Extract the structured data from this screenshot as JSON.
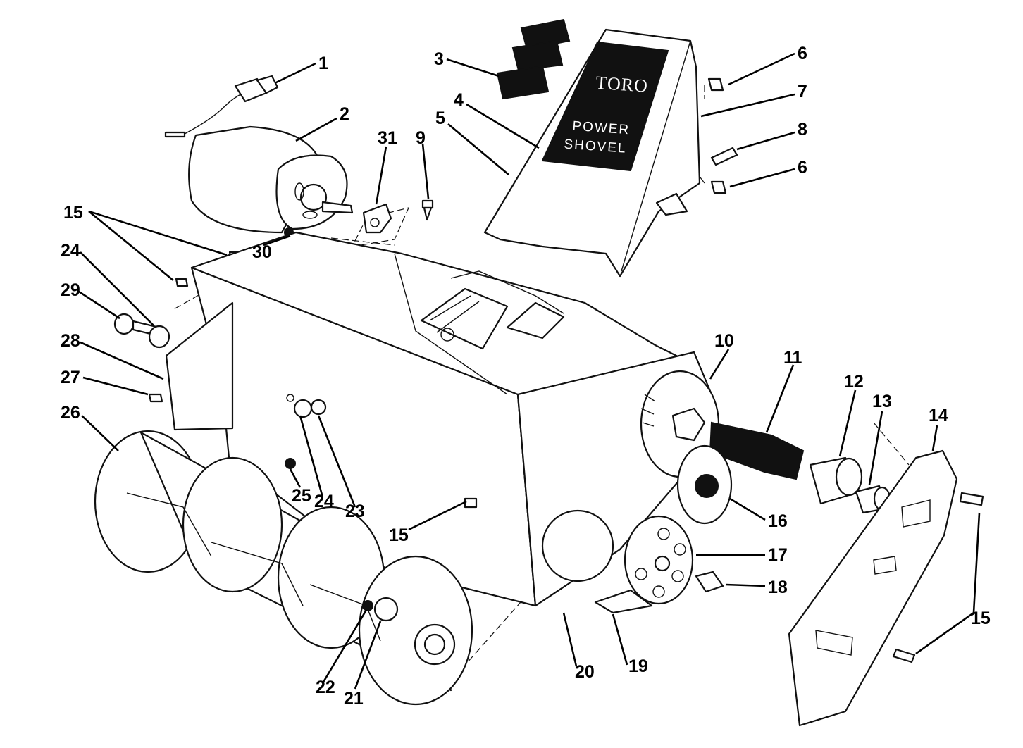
{
  "diagram": {
    "decal": {
      "brand": "TORO",
      "line1": "POWER",
      "line2": "SHOVEL"
    },
    "callouts": [
      {
        "id": "c1",
        "label": "1"
      },
      {
        "id": "c2",
        "label": "2"
      },
      {
        "id": "c3",
        "label": "3"
      },
      {
        "id": "c4",
        "label": "4"
      },
      {
        "id": "c5",
        "label": "5"
      },
      {
        "id": "c6a",
        "label": "6"
      },
      {
        "id": "c6b",
        "label": "6"
      },
      {
        "id": "c7",
        "label": "7"
      },
      {
        "id": "c8",
        "label": "8"
      },
      {
        "id": "c9",
        "label": "9"
      },
      {
        "id": "c10",
        "label": "10"
      },
      {
        "id": "c11",
        "label": "11"
      },
      {
        "id": "c12",
        "label": "12"
      },
      {
        "id": "c13",
        "label": "13"
      },
      {
        "id": "c14",
        "label": "14"
      },
      {
        "id": "c15a",
        "label": "15"
      },
      {
        "id": "c15b",
        "label": "15"
      },
      {
        "id": "c15c",
        "label": "15"
      },
      {
        "id": "c16",
        "label": "16"
      },
      {
        "id": "c17",
        "label": "17"
      },
      {
        "id": "c18",
        "label": "18"
      },
      {
        "id": "c19",
        "label": "19"
      },
      {
        "id": "c20",
        "label": "20"
      },
      {
        "id": "c21",
        "label": "21"
      },
      {
        "id": "c22",
        "label": "22"
      },
      {
        "id": "c23",
        "label": "23"
      },
      {
        "id": "c24a",
        "label": "24"
      },
      {
        "id": "c24b",
        "label": "24"
      },
      {
        "id": "c25",
        "label": "25"
      },
      {
        "id": "c26",
        "label": "26"
      },
      {
        "id": "c27",
        "label": "27"
      },
      {
        "id": "c28",
        "label": "28"
      },
      {
        "id": "c29",
        "label": "29"
      },
      {
        "id": "c30",
        "label": "30"
      },
      {
        "id": "c31",
        "label": "31"
      }
    ]
  }
}
